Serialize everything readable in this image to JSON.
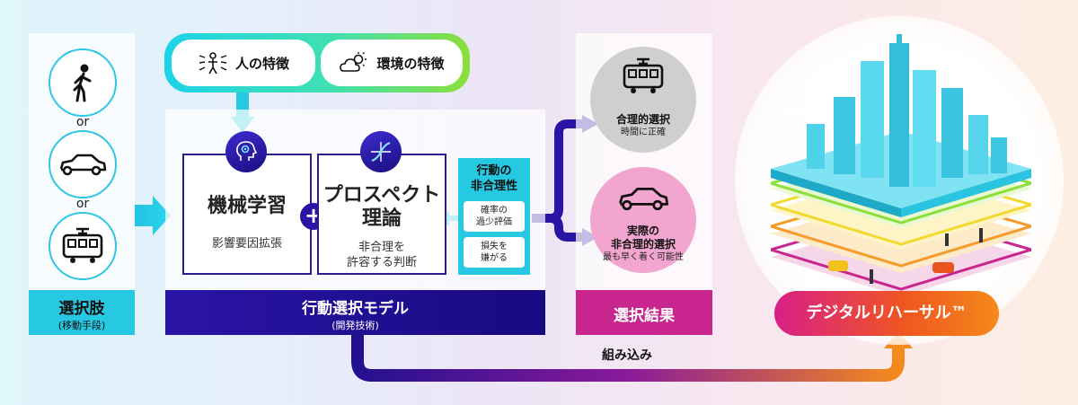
{
  "choices": {
    "or_label": "or",
    "title": "選択肢",
    "subtitle": "(移動手段)",
    "icons": [
      "walking-person-icon",
      "car-icon",
      "tram-icon"
    ]
  },
  "features": {
    "human": "人の特徴",
    "environment": "環境の特徴"
  },
  "model": {
    "ml_title": "機械学習",
    "ml_sub": "影響要因拡張",
    "plus": "+",
    "prospect_title_1": "プロスペクト",
    "prospect_title_2": "理論",
    "prospect_sub_1": "非合理を",
    "prospect_sub_2": "許容する判断",
    "irrational_title_1": "行動の",
    "irrational_title_2": "非合理性",
    "irrational_item1_1": "確率の",
    "irrational_item1_2": "過少評価",
    "irrational_item2_1": "損失を",
    "irrational_item2_2": "嫌がる",
    "title": "行動選択モデル",
    "subtitle": "(開発技術)"
  },
  "results": {
    "rational_title": "合理的選択",
    "rational_sub": "時間に正確",
    "actual_title_1": "実際の",
    "actual_title_2": "非合理的選択",
    "actual_sub": "最も早く着く可能性",
    "title": "選択結果"
  },
  "rehearsal": {
    "label": "デジタルリハーサル™"
  },
  "integration_label": "組み込み",
  "colors": {
    "cyan": "#27c8e2",
    "navy": "#1e0f8f",
    "magenta": "#c8268e",
    "orange": "#f58a1c",
    "green": "#8bdf3a"
  }
}
